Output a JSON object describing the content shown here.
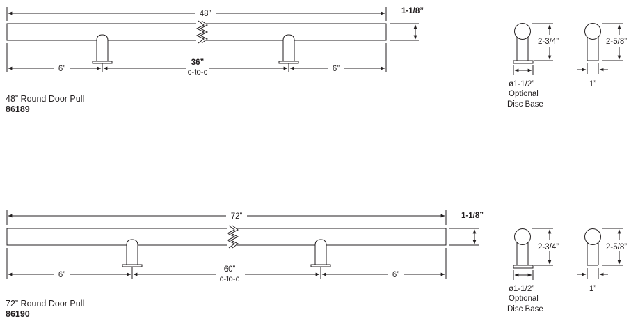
{
  "pulls": [
    {
      "name": "48” Round Door Pull",
      "number": "86189",
      "overall": "48”",
      "diameter": "1-1/8”",
      "end_left": "6”",
      "end_right": "6”",
      "ctc_value": "36”",
      "ctc_label": "c-to-c",
      "side_height_1": "2-3/4”",
      "side_height_2": "2-5/8”",
      "disc_dim": "ø1-1/2”",
      "disc_label_1": "Optional",
      "disc_label_2": "Disc Base",
      "post_width": "1”"
    },
    {
      "name": "72” Round Door Pull",
      "number": "86190",
      "overall": "72”",
      "diameter": "1-1/8”",
      "end_left": "6”",
      "end_right": "6”",
      "ctc_value": "60”",
      "ctc_label": "c-to-c",
      "side_height_1": "2-3/4”",
      "side_height_2": "2-5/8”",
      "disc_dim": "ø1-1/2”",
      "disc_label_1": "Optional",
      "disc_label_2": "Disc Base",
      "post_width": "1”"
    }
  ]
}
